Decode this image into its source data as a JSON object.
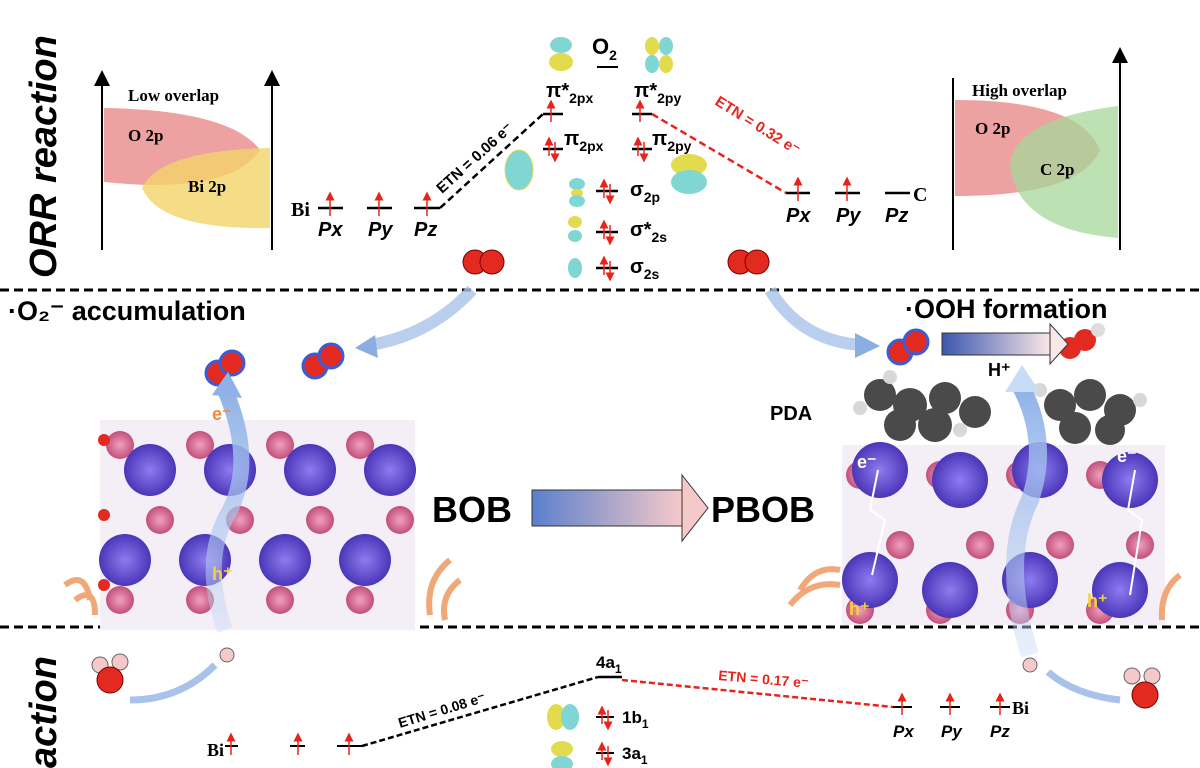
{
  "sections": {
    "top_title": "ORR reaction",
    "bottom_title": "action"
  },
  "left_overlap": {
    "title": "Low overlap",
    "o_label": "O 2p",
    "m_label": "Bi 2p"
  },
  "right_overlap": {
    "title": "High overlap",
    "o_label": "O 2p",
    "m_label": "C 2p"
  },
  "o2_diagram": {
    "title": "O",
    "title_sub": "2",
    "orbitals": [
      {
        "sym": "π*",
        "sub": "2px"
      },
      {
        "sym": "π*",
        "sub": "2py"
      },
      {
        "sym": "π",
        "sub": "2px"
      },
      {
        "sym": "π",
        "sub": "2py"
      },
      {
        "sym": "σ",
        "sub": "2p"
      },
      {
        "sym": "σ*",
        "sub": "2s"
      },
      {
        "sym": "σ",
        "sub": "2s"
      }
    ],
    "left_atom": "Bi",
    "right_atom": "C",
    "p_labels": [
      "Px",
      "Py",
      "Pz"
    ],
    "etn_left": "ETN = 0.06 e⁻",
    "etn_right": "ETN = 0.32 e⁻"
  },
  "middle": {
    "left_title": "·O₂⁻ accumulation",
    "right_title": "·OOH formation",
    "from": "BOB",
    "to": "PBOB",
    "pda": "PDA",
    "hplus": "H⁺",
    "electron": "e⁻",
    "hole": "h⁺"
  },
  "water_diagram": {
    "top_level": "4a",
    "top_sub": "1",
    "orbitals": [
      {
        "sym": "1b",
        "sub": "1"
      },
      {
        "sym": "3a",
        "sub": "1"
      }
    ],
    "left_atom": "Bi",
    "right_atom": "Bi",
    "p_labels": [
      "Px",
      "Py",
      "Pz"
    ],
    "etn_left": "ETN = 0.08 e⁻",
    "etn_right": "ETN = 0.17 e⁻"
  },
  "colors": {
    "red": "#e8231b",
    "violet": "#6a55d6",
    "pink": "#d96a93",
    "blue_arrow": "#8aaee0"
  }
}
